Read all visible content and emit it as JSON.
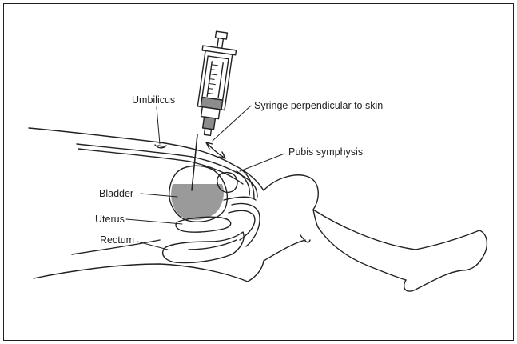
{
  "labels": {
    "umbilicus": "Umbilicus",
    "syringe": "Syringe perpendicular to skin",
    "pubis": "Pubis symphysis",
    "bladder": "Bladder",
    "uterus": "Uterus",
    "rectum": "Rectum"
  },
  "colors": {
    "line": "#222222",
    "bladder_fill": "#9a9a9a",
    "syringe_fill": "#8c8c8c"
  }
}
